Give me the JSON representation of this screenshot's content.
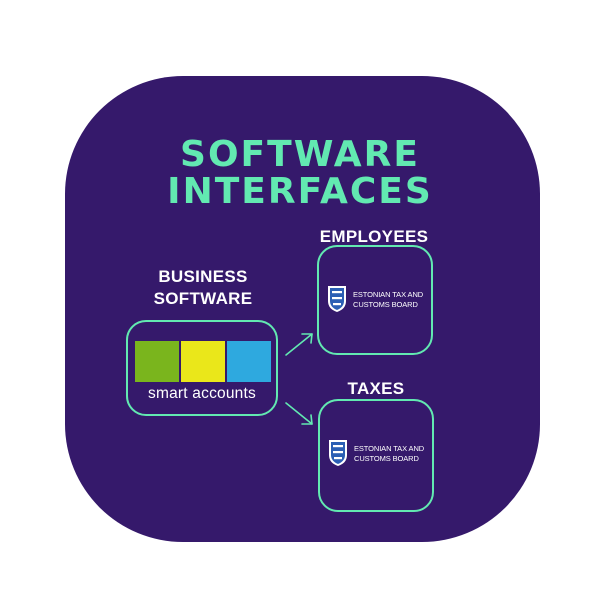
{
  "title": {
    "line1": "SOFTWARE",
    "line2": "INTERFACES"
  },
  "source": {
    "label_line1": "BUSINESS",
    "label_line2": "SOFTWARE",
    "wordmark": "smart accounts",
    "tile_colors": [
      "#7ab51d",
      "#eae71a",
      "#2ea9df"
    ]
  },
  "targets": [
    {
      "label": "EMPLOYEES",
      "org_line1": "ESTONIAN TAX AND",
      "org_line2": "CUSTOMS BOARD",
      "icon": "three-lions-crest-icon"
    },
    {
      "label": "TAXES",
      "org_line1": "ESTONIAN TAX AND",
      "org_line2": "CUSTOMS BOARD",
      "icon": "three-lions-crest-icon"
    }
  ],
  "colors": {
    "panel": "#35196b",
    "accent": "#62e9b1",
    "text": "#ffffff"
  }
}
